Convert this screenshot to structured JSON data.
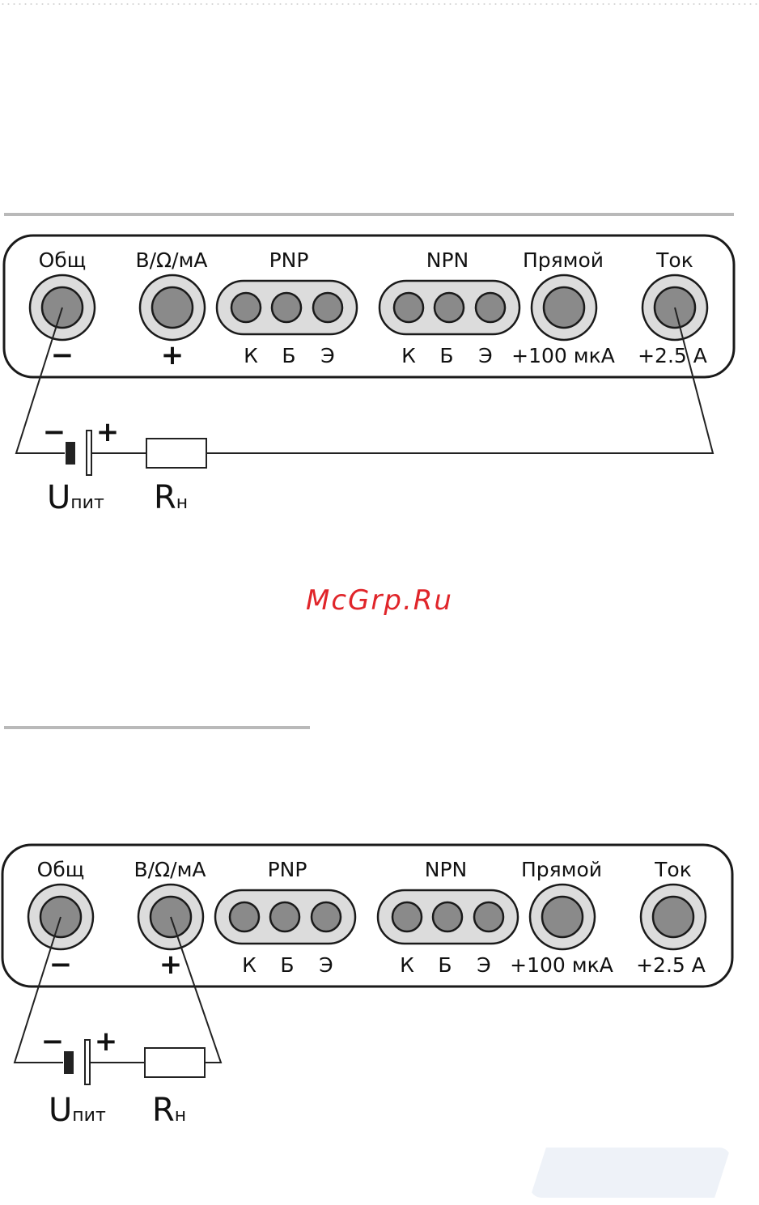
{
  "panel": {
    "jacks": [
      {
        "top": "Общ",
        "bottom": "−"
      },
      {
        "top": "В/Ω/мА",
        "bottom": "+"
      },
      {
        "top": "PNP",
        "pins": [
          "К",
          "Б",
          "Э"
        ]
      },
      {
        "top": "NPN",
        "pins": [
          "К",
          "Б",
          "Э"
        ]
      },
      {
        "top": "Прямой",
        "bottom": "+100 мкА"
      },
      {
        "top": "Ток",
        "bottom": "+2.5 A"
      }
    ]
  },
  "circuit": {
    "battery_minus": "−",
    "battery_plus": "+",
    "supply_main": "U",
    "supply_sub": "пит",
    "load_main": "R",
    "load_sub": "н"
  },
  "watermark": "McGrp.Ru",
  "colors": {
    "panel_border": "#1a1a1a",
    "socket_outer": "#dcdcdc",
    "socket_inner": "#8a8a8a",
    "wire": "#222222",
    "watermark": "#e0252a"
  }
}
